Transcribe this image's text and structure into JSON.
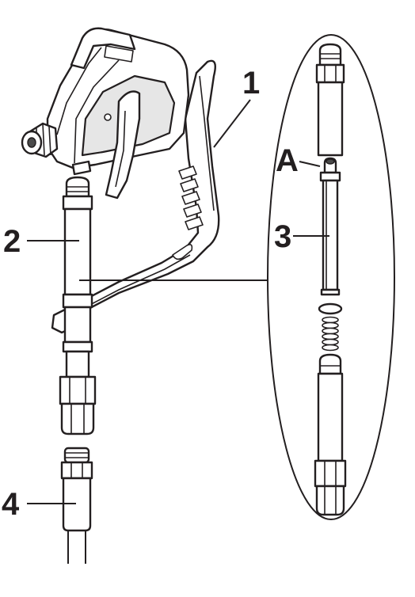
{
  "callouts": {
    "gun": "1",
    "filter_housing": "2",
    "filter_element": "3",
    "hose": "4",
    "detail_a": "A"
  },
  "colors": {
    "ink": "#231f20",
    "fill": "#ffffff",
    "shade": "#e6e6e6"
  }
}
